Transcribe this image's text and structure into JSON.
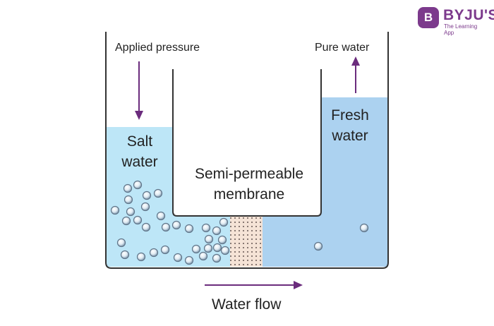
{
  "labels": {
    "applied_pressure": "Applied pressure",
    "pure_water": "Pure water",
    "salt_water_line1": "Salt",
    "salt_water_line2": "water",
    "fresh_water_line1": "Fresh",
    "fresh_water_line2": "water",
    "membrane_line1": "Semi-permeable",
    "membrane_line2": "membrane",
    "water_flow": "Water flow"
  },
  "logo": {
    "badge": "B",
    "name": "BYJU'S",
    "tagline": "The Learning App"
  },
  "colors": {
    "salt_water": "#bde6f7",
    "fresh_water": "#acd2f0",
    "membrane": "#f5e3d6",
    "arrow": "#6b2c7d",
    "container": "#333333",
    "brand": "#7c3a8c"
  }
}
